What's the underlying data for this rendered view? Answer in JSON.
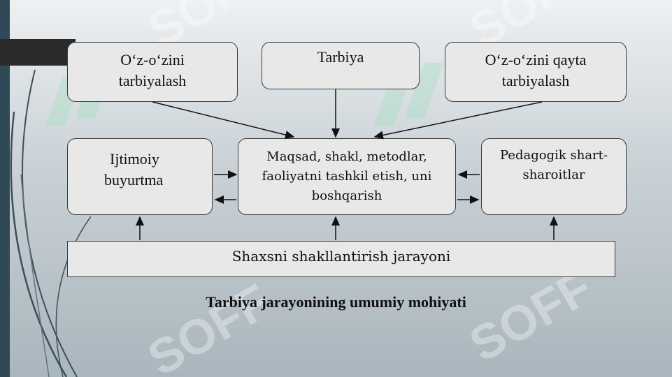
{
  "diagram": {
    "boxes": {
      "self_education": [
        "O‘z-o‘zini",
        "tarbiyalash"
      ],
      "upbringing": [
        "Tarbiya"
      ],
      "re_education": [
        "O‘z-o‘zini qayta",
        "tarbiyalash"
      ],
      "social_order": [
        "Ijtimoiy",
        "buyurtma"
      ],
      "goals_methods": [
        "Maqsad, shakl, metodlar,",
        "faoliyatni tashkil etish, uni",
        "boshqarish"
      ],
      "pedagogical_conditions": [
        "Pedagogik shart-",
        "sharoitlar"
      ]
    },
    "base_bar": "Shaxsni shakllantirish jarayoni",
    "caption": "Tarbiya jarayonining umumiy mohiyati"
  },
  "colors": {
    "box_fill": "#e8e8e8",
    "border": "#3a3a3a",
    "accent_bar": "#2f4a56",
    "watermark": "#b8ecd2"
  },
  "icons": [
    "watermark-logo-icon"
  ]
}
